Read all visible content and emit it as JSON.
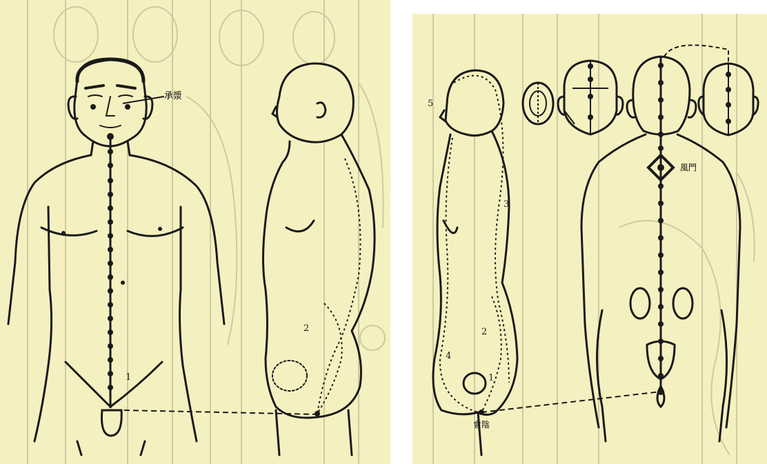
{
  "figure": {
    "background_color": "#f5f0bf",
    "ink_color": "#1a1a1a",
    "faint_color": "#c9c39a"
  },
  "left_panel": {
    "point_label_top": "承漿",
    "channel_label_front": "1",
    "channel_label_side": "2"
  },
  "right_panel": {
    "point_label_back": "風門",
    "point_label_bottom": "會陰",
    "channel_label_1": "1",
    "channel_label_2": "2",
    "channel_label_3": "3",
    "channel_label_4": "4",
    "channel_label_5": "5"
  }
}
